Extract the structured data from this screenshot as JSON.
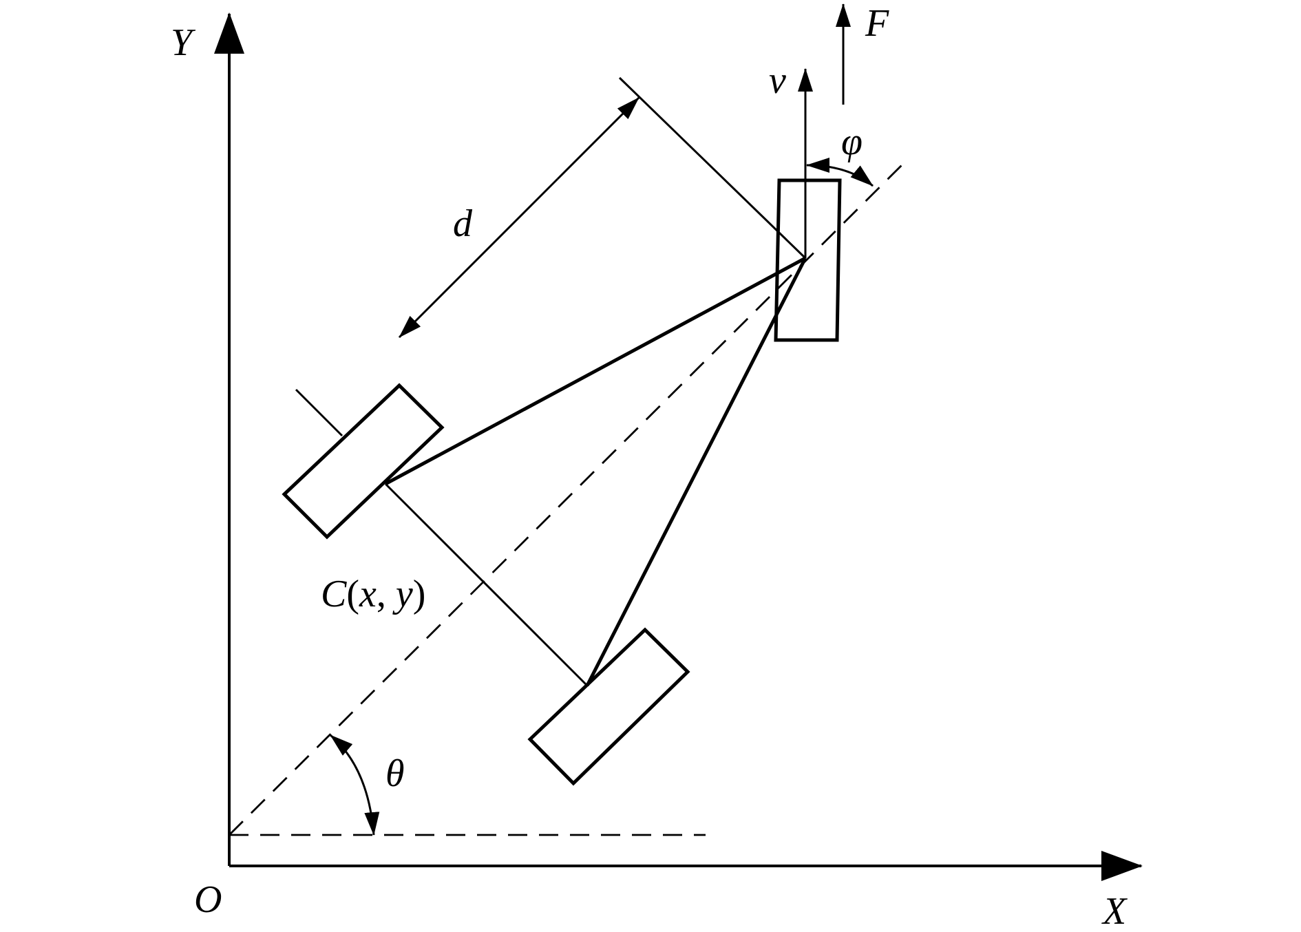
{
  "labels": {
    "y_axis": "Y",
    "x_axis": "X",
    "origin": "O",
    "force": "F",
    "velocity": "v",
    "steer_angle": "φ",
    "wheelbase": "d",
    "center_c": "C",
    "center_open": "(",
    "center_x": "x",
    "center_comma": ", ",
    "center_y": "y",
    "center_close": ")",
    "heading_angle": "θ"
  },
  "colors": {
    "ink": "#000000",
    "background": "#ffffff"
  }
}
